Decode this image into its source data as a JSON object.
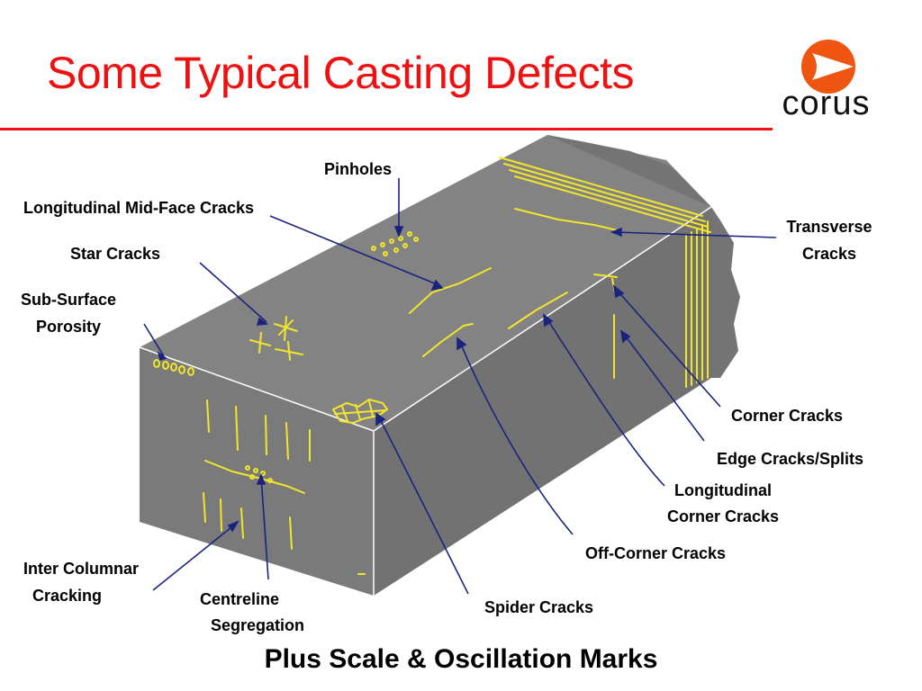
{
  "title": "Some Typical Casting Defects",
  "logo": {
    "text": "corus",
    "mark": "corus-logo-mark",
    "color": "#ee5511"
  },
  "colors": {
    "title": "#ee1111",
    "slab_top": "#838383",
    "slab_front": "#7a7a7a",
    "slab_side": "#727272",
    "defects": "#f2e62b",
    "leaders": "#1a237e"
  },
  "labels": {
    "pinholes": "Pinholes",
    "longitudinal_mid_face": "Longitudinal Mid-Face Cracks",
    "star_cracks": "Star Cracks",
    "sub_surface_1": "Sub-Surface",
    "sub_surface_2": "Porosity",
    "transverse_1": "Transverse",
    "transverse_2": "Cracks",
    "corner_cracks": "Corner Cracks",
    "edge_cracks": "Edge Cracks/Splits",
    "longitudinal_corner_1": "Longitudinal",
    "longitudinal_corner_2": "Corner Cracks",
    "off_corner": "Off-Corner Cracks",
    "spider_cracks": "Spider Cracks",
    "centreline_1": "Centreline",
    "centreline_2": "Segregation",
    "inter_columnar_1": "Inter Columnar",
    "inter_columnar_2": "Cracking"
  },
  "footer": "Plus Scale & Oscillation Marks"
}
